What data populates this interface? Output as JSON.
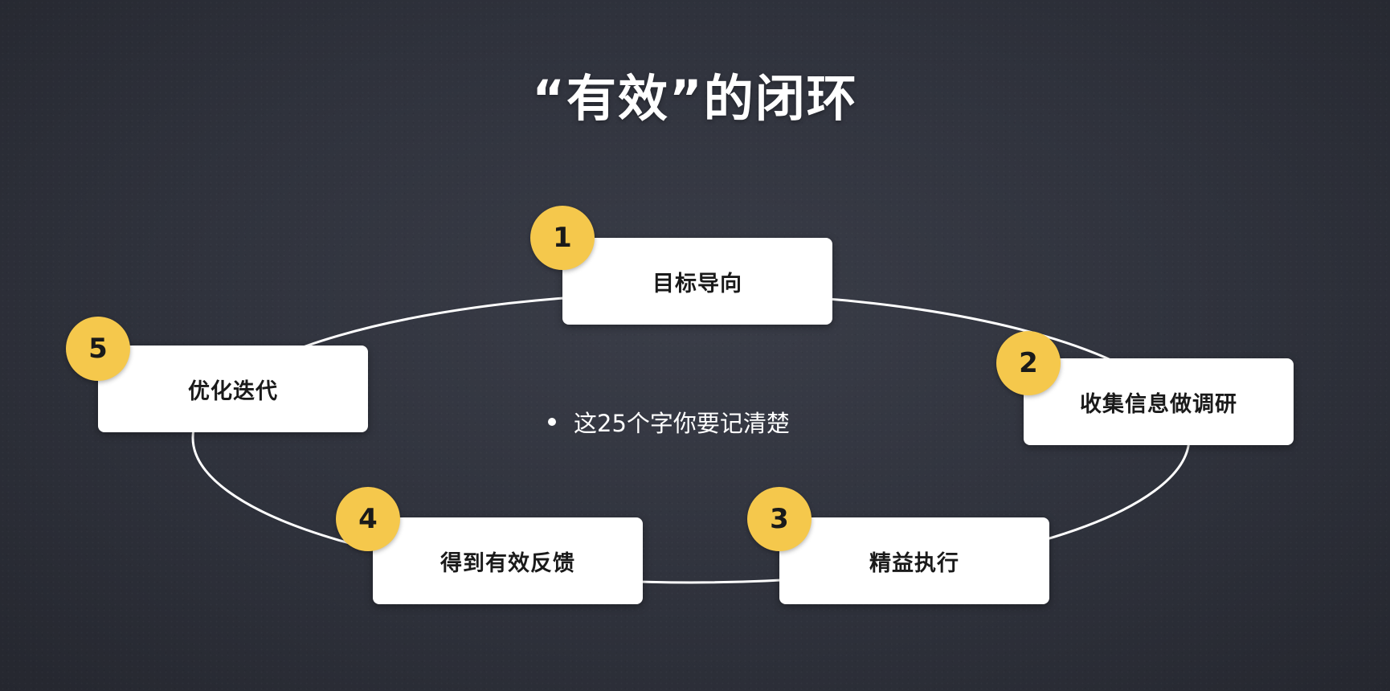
{
  "slide": {
    "title": "“有效”的闭环",
    "note": "这25个字你要记清楚"
  },
  "steps": [
    {
      "number": "1",
      "label": "目标导向"
    },
    {
      "number": "2",
      "label": "收集信息做调研"
    },
    {
      "number": "3",
      "label": "精益执行"
    },
    {
      "number": "4",
      "label": "得到有效反馈"
    },
    {
      "number": "5",
      "label": "优化迭代"
    }
  ],
  "colors": {
    "background": "#30333d",
    "badge": "#f5c84c",
    "card": "#ffffff",
    "loop_line": "#ffffff"
  }
}
